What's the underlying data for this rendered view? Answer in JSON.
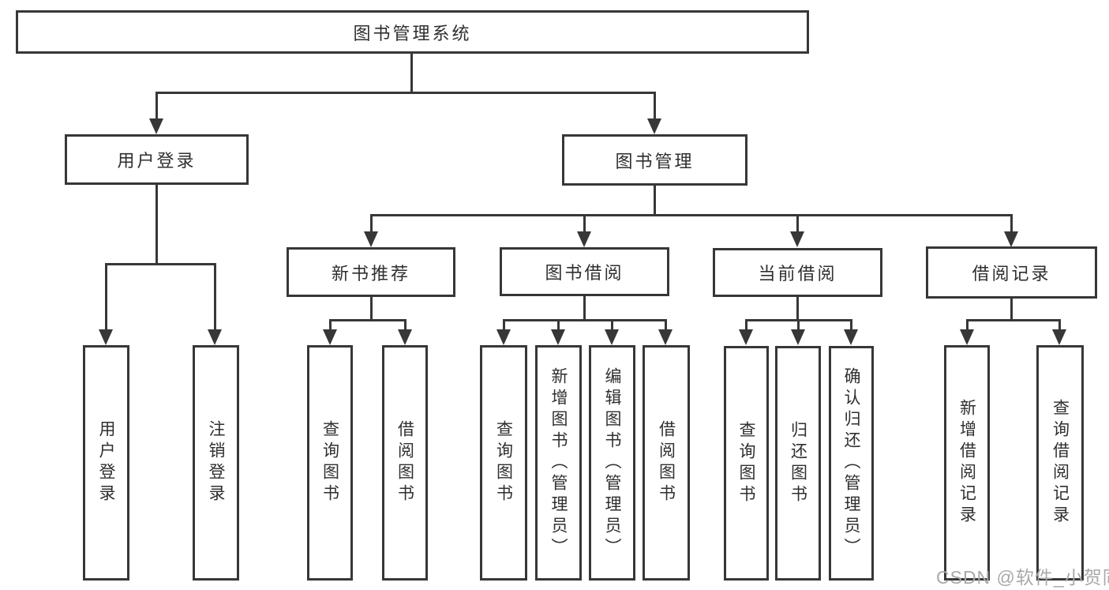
{
  "diagram": {
    "tree": {
      "label": "图书管理系统",
      "children": [
        {
          "label": "用户登录",
          "children": [
            {
              "label": "用户登录"
            },
            {
              "label": "注销登录"
            }
          ]
        },
        {
          "label": "图书管理",
          "children": [
            {
              "label": "新书推荐",
              "children": [
                {
                  "label": "查询图书"
                },
                {
                  "label": "借阅图书"
                }
              ]
            },
            {
              "label": "图书借阅",
              "children": [
                {
                  "label": "查询图书"
                },
                {
                  "label": "新增图书（管理员）"
                },
                {
                  "label": "编辑图书（管理员）"
                },
                {
                  "label": "借阅图书"
                }
              ]
            },
            {
              "label": "当前借阅",
              "children": [
                {
                  "label": "查询图书"
                },
                {
                  "label": "归还图书"
                },
                {
                  "label": "确认归还（管理员）"
                }
              ]
            },
            {
              "label": "借阅记录",
              "children": [
                {
                  "label": "新增借阅记录"
                },
                {
                  "label": "查询借阅记录"
                }
              ]
            }
          ]
        }
      ]
    },
    "line_color": "#373737",
    "background_color": "#ffffff",
    "watermark_color": "#a9a9a9"
  },
  "watermark": {
    "text": "CSDN @软件_小贺同学"
  }
}
